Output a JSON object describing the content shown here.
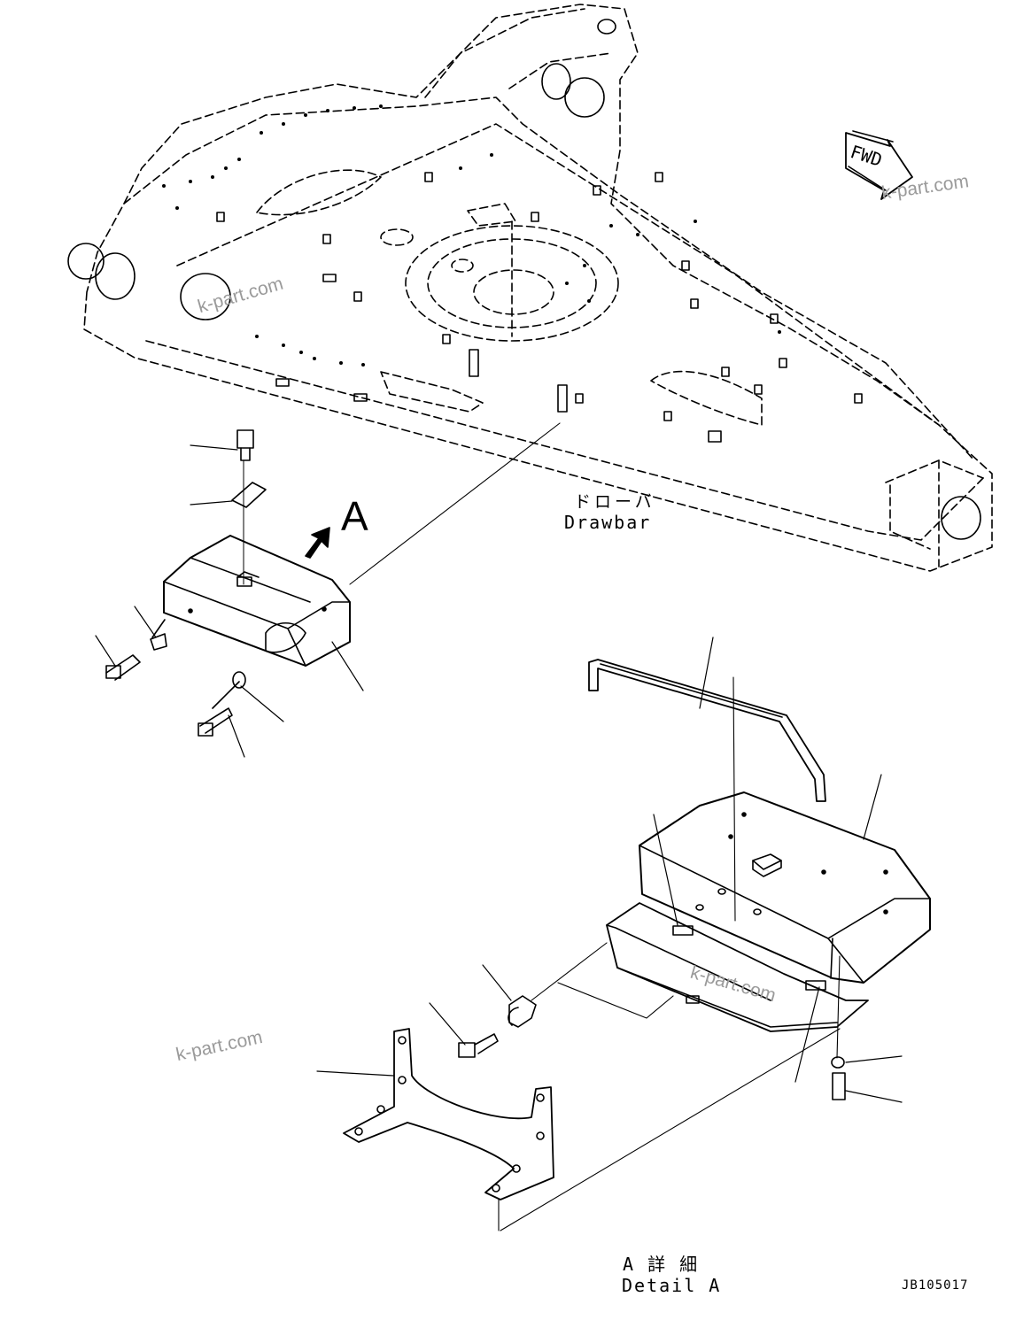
{
  "labels": {
    "drawbar_jp": "ドローバ",
    "drawbar_en": "Drawbar",
    "view_letter": "A",
    "detail_jp": "A 詳 細",
    "detail_en": "Detail A",
    "figure_code": "JB105017",
    "fwd": "FWD"
  },
  "watermark": "k-part.com"
}
